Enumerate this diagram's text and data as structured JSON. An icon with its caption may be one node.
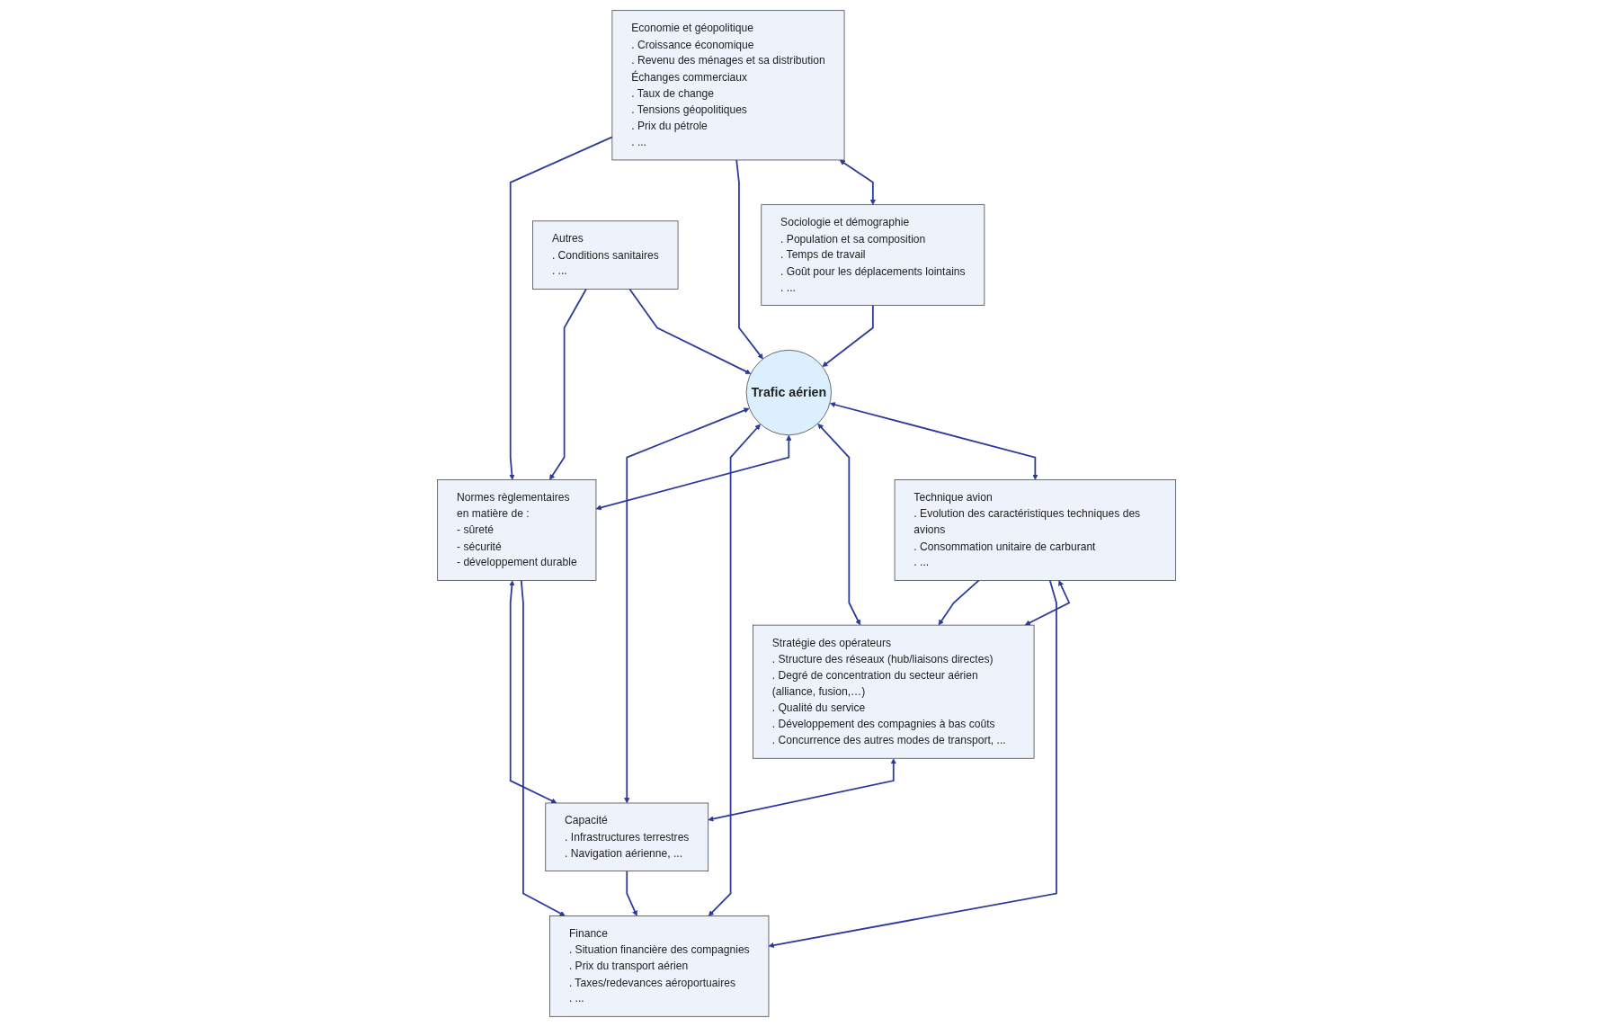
{
  "diagram": {
    "nodes": [
      {
        "text": [
          "Economie et géopolitique",
          ". Croissance économique",
          ". Revenu des ménages et sa distribution",
          "Échanges commerciaux",
          ". Taux de change",
          ". Tensions géopolitiques",
          ". Prix du pétrole",
          ". ..."
        ]
      },
      {
        "text": [
          "Sociologie et démographie",
          ". Population et sa composition",
          ". Temps de travail",
          ". Goût pour les déplacements lointains",
          ". ..."
        ]
      },
      {
        "text": [
          "Technique avion",
          ". Evolution des caractéristiques techniques des avions",
          ". Consommation unitaire de carburant",
          ". ..."
        ]
      },
      {
        "text": [
          "Trafic aérien"
        ]
      },
      {
        "text": [
          "Stratégie des opérateurs",
          ". Structure des réseaux (hub/liaisons directes)",
          ". Degré de concentration du secteur aérien (alliance, fusion,…)",
          ". Qualité du service",
          ". Développement des compagnies à bas coûts",
          ". Concurrence des autres modes de transport, ..."
        ]
      },
      {
        "text": [
          "Autres",
          ". Conditions sanitaires",
          ". ..."
        ]
      },
      {
        "text": [
          "Normes règlementaires",
          "en matière de :",
          "- sûreté",
          "- sécurité",
          "- développement durable"
        ]
      },
      {
        "text": [
          "Finance",
          ". Situation financière des compagnies",
          ". Prix du transport aérien",
          ". Taxes/redevances aéroportuaires",
          ". ..."
        ]
      },
      {
        "text": [
          "Capacité",
          ". Infrastructures terrestres",
          ". Navigation aérienne, ..."
        ]
      }
    ],
    "edges": [
      {
        "from": 0,
        "to": 1,
        "arrow": "both"
      },
      {
        "from": 0,
        "to": 3,
        "arrow": "to"
      },
      {
        "from": 1,
        "to": 3,
        "arrow": "to"
      },
      {
        "from": 3,
        "to": 2,
        "arrow": "both"
      },
      {
        "from": 3,
        "to": 4,
        "arrow": "both"
      },
      {
        "from": 2,
        "to": 4,
        "arrow": "both"
      },
      {
        "from": 0,
        "to": 6,
        "arrow": "to"
      },
      {
        "from": 5,
        "to": 3,
        "arrow": "to"
      },
      {
        "from": 5,
        "to": 6,
        "arrow": "to"
      },
      {
        "from": 3,
        "to": 6,
        "arrow": "both"
      },
      {
        "from": 3,
        "to": 7,
        "arrow": "both"
      },
      {
        "from": 3,
        "to": 8,
        "arrow": "both"
      },
      {
        "from": 4,
        "to": 8,
        "arrow": "both"
      },
      {
        "from": 6,
        "to": 7,
        "arrow": "to"
      },
      {
        "from": 8,
        "to": 7,
        "arrow": "to"
      },
      {
        "from": 2,
        "to": 7,
        "arrow": "to"
      },
      {
        "from": 2,
        "to": 4,
        "arrow": "to"
      },
      {
        "from": 6,
        "to": 8,
        "arrow": "both"
      }
    ]
  }
}
